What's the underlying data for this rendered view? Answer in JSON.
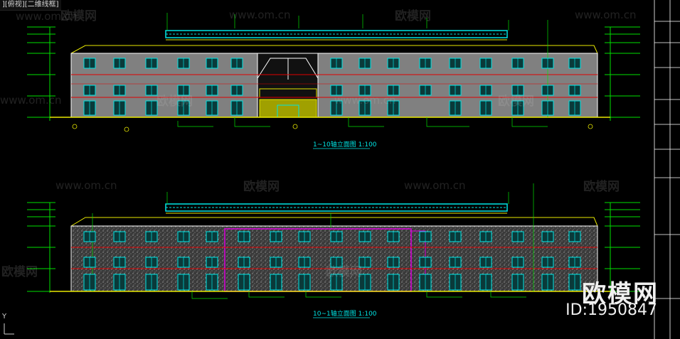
{
  "window": {
    "viewport_label": "][俯视][二维线框]"
  },
  "drawing": {
    "elevation_1_title": "1~10轴立面图 1:100",
    "elevation_2_title": "10~1轴立面图 1:100"
  },
  "watermarks": {
    "site": "www.om.cn",
    "brand_small": "欧模网"
  },
  "branding": {
    "name": "欧模网",
    "id_text": "ID:1950847"
  },
  "ucs": {
    "axis_y": "Y"
  },
  "colors": {
    "background": "#000000",
    "wall": "#808080",
    "cyan": "#00e5e5",
    "yellow": "#e8e800",
    "green": "#00e000",
    "red": "#e00000",
    "magenta": "#e000e0",
    "white": "#ffffff"
  }
}
